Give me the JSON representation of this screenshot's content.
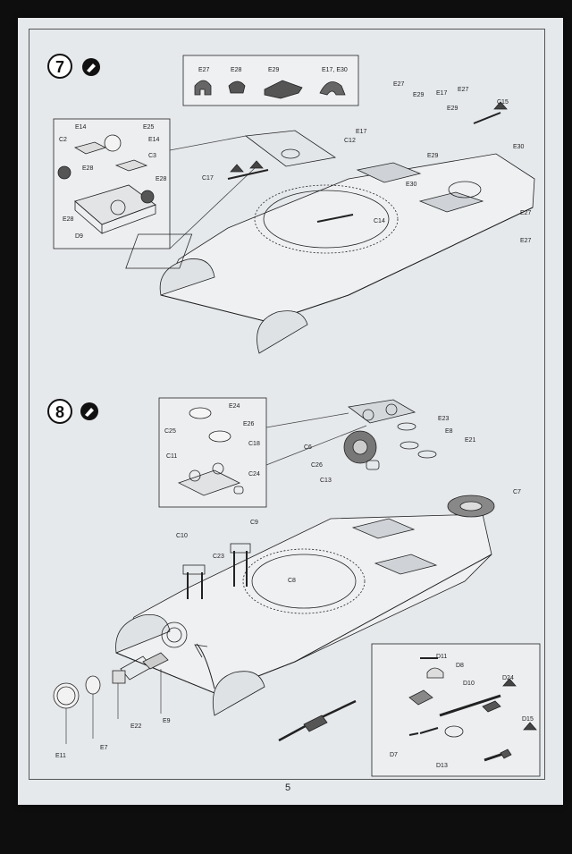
{
  "steps": [
    {
      "number": "7"
    },
    {
      "number": "8"
    }
  ],
  "step7": {
    "legend_parts": [
      "E27",
      "E28",
      "E29",
      "E17, E30"
    ],
    "inset_labels": {
      "e14a": "E14",
      "e25": "E25",
      "c2": "C2",
      "e14b": "E14",
      "e28a": "E28",
      "c3": "C3",
      "e28b": "E28",
      "e28c": "E28",
      "d9": "D9"
    },
    "main_labels": {
      "e27a": "E27",
      "e29a": "E29",
      "e17a": "E17",
      "e27b": "E27",
      "e29b": "E29",
      "c15": "C15",
      "e17b": "E17",
      "c12": "C12",
      "e29c": "E29",
      "e30a": "E30",
      "e30b": "E30",
      "c17": "C17",
      "c14": "C14",
      "e27c": "E27",
      "e27d": "E27"
    }
  },
  "step8": {
    "inset_labels": {
      "e24": "E24",
      "c25": "C25",
      "e26": "E26",
      "c18": "C18",
      "c11": "C11",
      "c24": "C24"
    },
    "main_labels": {
      "e23": "E23",
      "e8": "E8",
      "e21": "E21",
      "c6": "C6",
      "c26": "C26",
      "c13": "C13",
      "c7": "C7",
      "c10": "C10",
      "c9": "C9",
      "c23": "C23",
      "c8": "C8",
      "e11": "E11",
      "e7": "E7",
      "e22": "E22",
      "e9": "E9"
    },
    "gun_labels": {
      "d11": "D11",
      "d8": "D8",
      "d10": "D10",
      "d24": "D24",
      "d15": "D15",
      "d7": "D7",
      "d13": "D13"
    }
  },
  "page_number": "5"
}
